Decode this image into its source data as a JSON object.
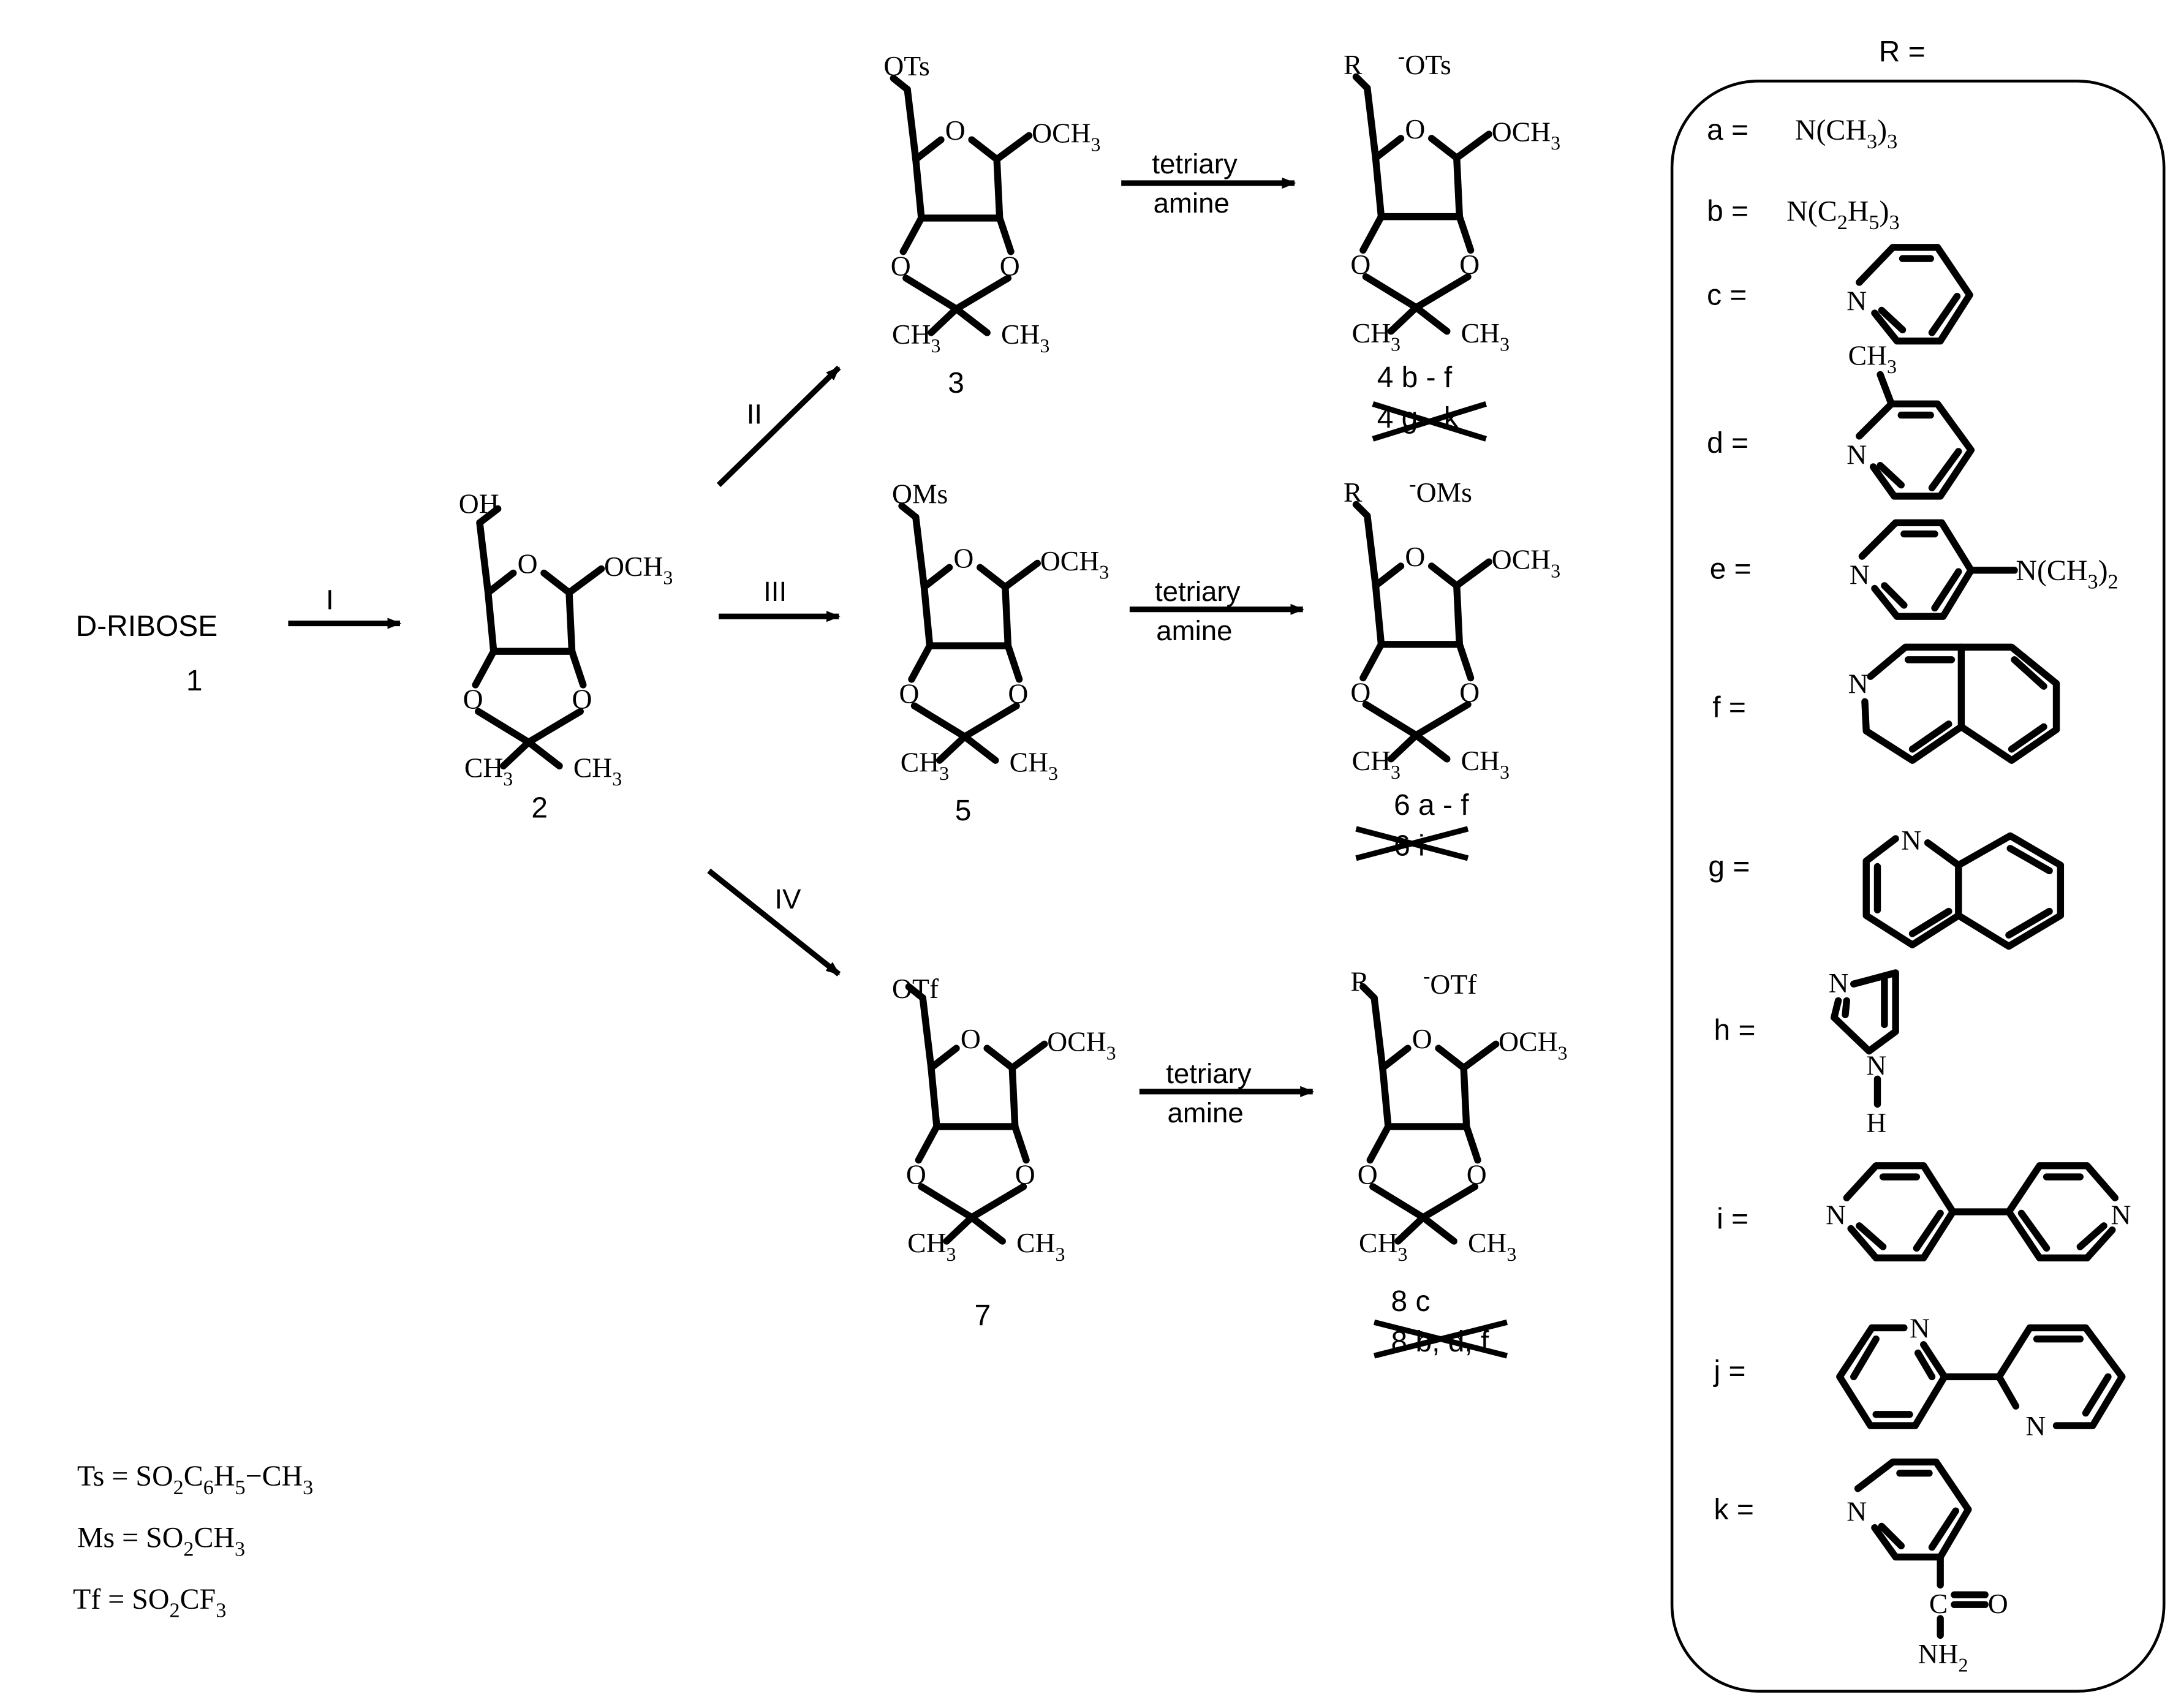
{
  "start": {
    "name": "D-RIBOSE",
    "number": "1"
  },
  "steps": {
    "s1": "I",
    "s2": "II",
    "s3": "III",
    "s4": "IV"
  },
  "amine": {
    "line1": "tetriary",
    "line2": "amine"
  },
  "atoms": {
    "O": "O",
    "OH": "OH",
    "OCH": "OCH",
    "CH": "CH",
    "sub3": "3",
    "OTs": "OTs",
    "OMs": "OMs",
    "OTf": "OTf",
    "R": "R",
    "minus": "-"
  },
  "compounds": {
    "c2": "2",
    "c3": "3",
    "c5": "5",
    "c7": "7",
    "p4": "4 b - f",
    "p4x": "4 g - k",
    "p6": "6 a - f",
    "p6x": "6 i",
    "p8": "8 c",
    "p8x": "8 b, d, f"
  },
  "abbrev": {
    "ts": {
      "a": "Ts = SO",
      "b": "C",
      "c": "H",
      "d": "−CH",
      "s1": "2",
      "s2": "6",
      "s3": "5",
      "s4": "3"
    },
    "ms": {
      "a": "Ms = SO",
      "b": "CH",
      "s1": "2",
      "s2": "3"
    },
    "tf": {
      "a": "Tf = SO",
      "b": "CF",
      "s1": "2",
      "s2": "3"
    }
  },
  "legend": {
    "title": "R =",
    "letters": [
      "a =",
      "b =",
      "c =",
      "d =",
      "e =",
      "f =",
      "g =",
      "h =",
      "i =",
      "j =",
      "k ="
    ],
    "a": {
      "t1": "N(CH",
      "s1": "3",
      "t2": ")",
      "s2": "3"
    },
    "b": {
      "t1": "N(C",
      "s1": "2",
      "t2": "H",
      "s2": "5",
      "t3": ")",
      "s3": "3"
    },
    "N": "N",
    "H": "H",
    "d_me": {
      "t": "CH",
      "s": "3"
    },
    "e_sub": {
      "t1": "N(CH",
      "s1": "3",
      "t2": ")",
      "s2": "2"
    },
    "k_sub": {
      "c": "C",
      "o": "O",
      "nh": "NH",
      "s": "2"
    }
  }
}
